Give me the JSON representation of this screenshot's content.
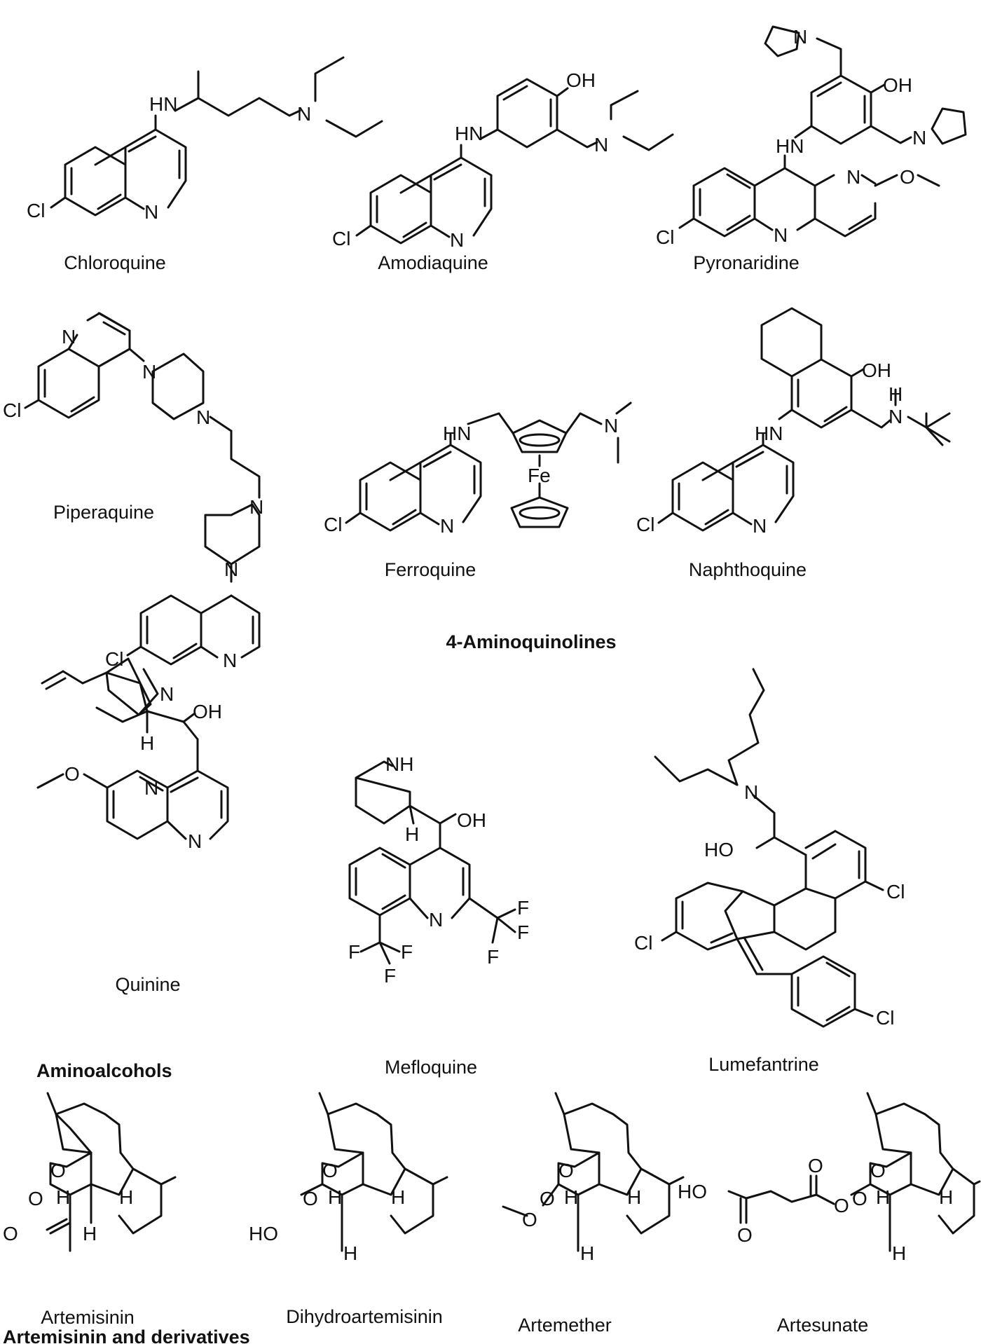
{
  "compounds": {
    "chloroquine": {
      "name": "Chloroquine",
      "atoms": {
        "hn": "HN",
        "n": "N",
        "cl": "Cl",
        "nr": "N"
      }
    },
    "amodiaquine": {
      "name": "Amodiaquine",
      "atoms": {
        "oh": "OH",
        "hn": "HN",
        "n": "N",
        "cl": "Cl",
        "nr": "N"
      }
    },
    "pyronaridine": {
      "name": "Pyronaridine",
      "atoms": {
        "n1": "N",
        "oh": "OH",
        "n2": "N",
        "hn": "HN",
        "nr1": "N",
        "o": "O",
        "cl": "Cl",
        "nr2": "N"
      }
    },
    "piperaquine": {
      "name": "Piperaquine",
      "atoms": {
        "nq1": "N",
        "cl1": "Cl",
        "np1": "N",
        "np2": "N",
        "np3": "N",
        "np4": "N",
        "cl2": "Cl",
        "nq2": "N"
      }
    },
    "ferroquine": {
      "name": "Ferroquine",
      "atoms": {
        "hn": "HN",
        "n": "N",
        "fe": "Fe",
        "cl": "Cl",
        "nr": "N"
      }
    },
    "naphthoquine": {
      "name": "Naphthoquine",
      "atoms": {
        "oh": "OH",
        "nh": "H",
        "nh2": "N",
        "hn": "HN",
        "cl": "Cl",
        "nr": "N"
      }
    },
    "quinine": {
      "name": "Quinine",
      "atoms": {
        "n": "N",
        "oh": "OH",
        "h": "H",
        "o": "O",
        "nr": "N"
      }
    },
    "mefloquine": {
      "name": "Mefloquine",
      "atoms": {
        "nh": "NH",
        "oh": "OH",
        "h": "H",
        "nr": "N",
        "f": "F"
      }
    },
    "lumefantrine": {
      "name": "Lumefantrine",
      "atoms": {
        "n": "N",
        "ho": "HO",
        "cl": "Cl"
      }
    },
    "artemisinin": {
      "name": "Artemisinin",
      "atoms": {
        "o": "O",
        "h": "H"
      }
    },
    "dihydroartemisinin": {
      "name": "Dihydroartemisinin",
      "atoms": {
        "o": "O",
        "h": "H",
        "ho": "HO"
      }
    },
    "artemether": {
      "name": "Artemether",
      "atoms": {
        "o": "O",
        "h": "H"
      }
    },
    "artesunate": {
      "name": "Artesunate",
      "atoms": {
        "o": "O",
        "h": "H",
        "ho": "HO"
      }
    }
  },
  "classes": {
    "aminoquinolines": "4-Aminoquinolines",
    "aminoalcohols": "Aminoalcohols",
    "artemisinins": "Artemisinin and derivatives"
  }
}
